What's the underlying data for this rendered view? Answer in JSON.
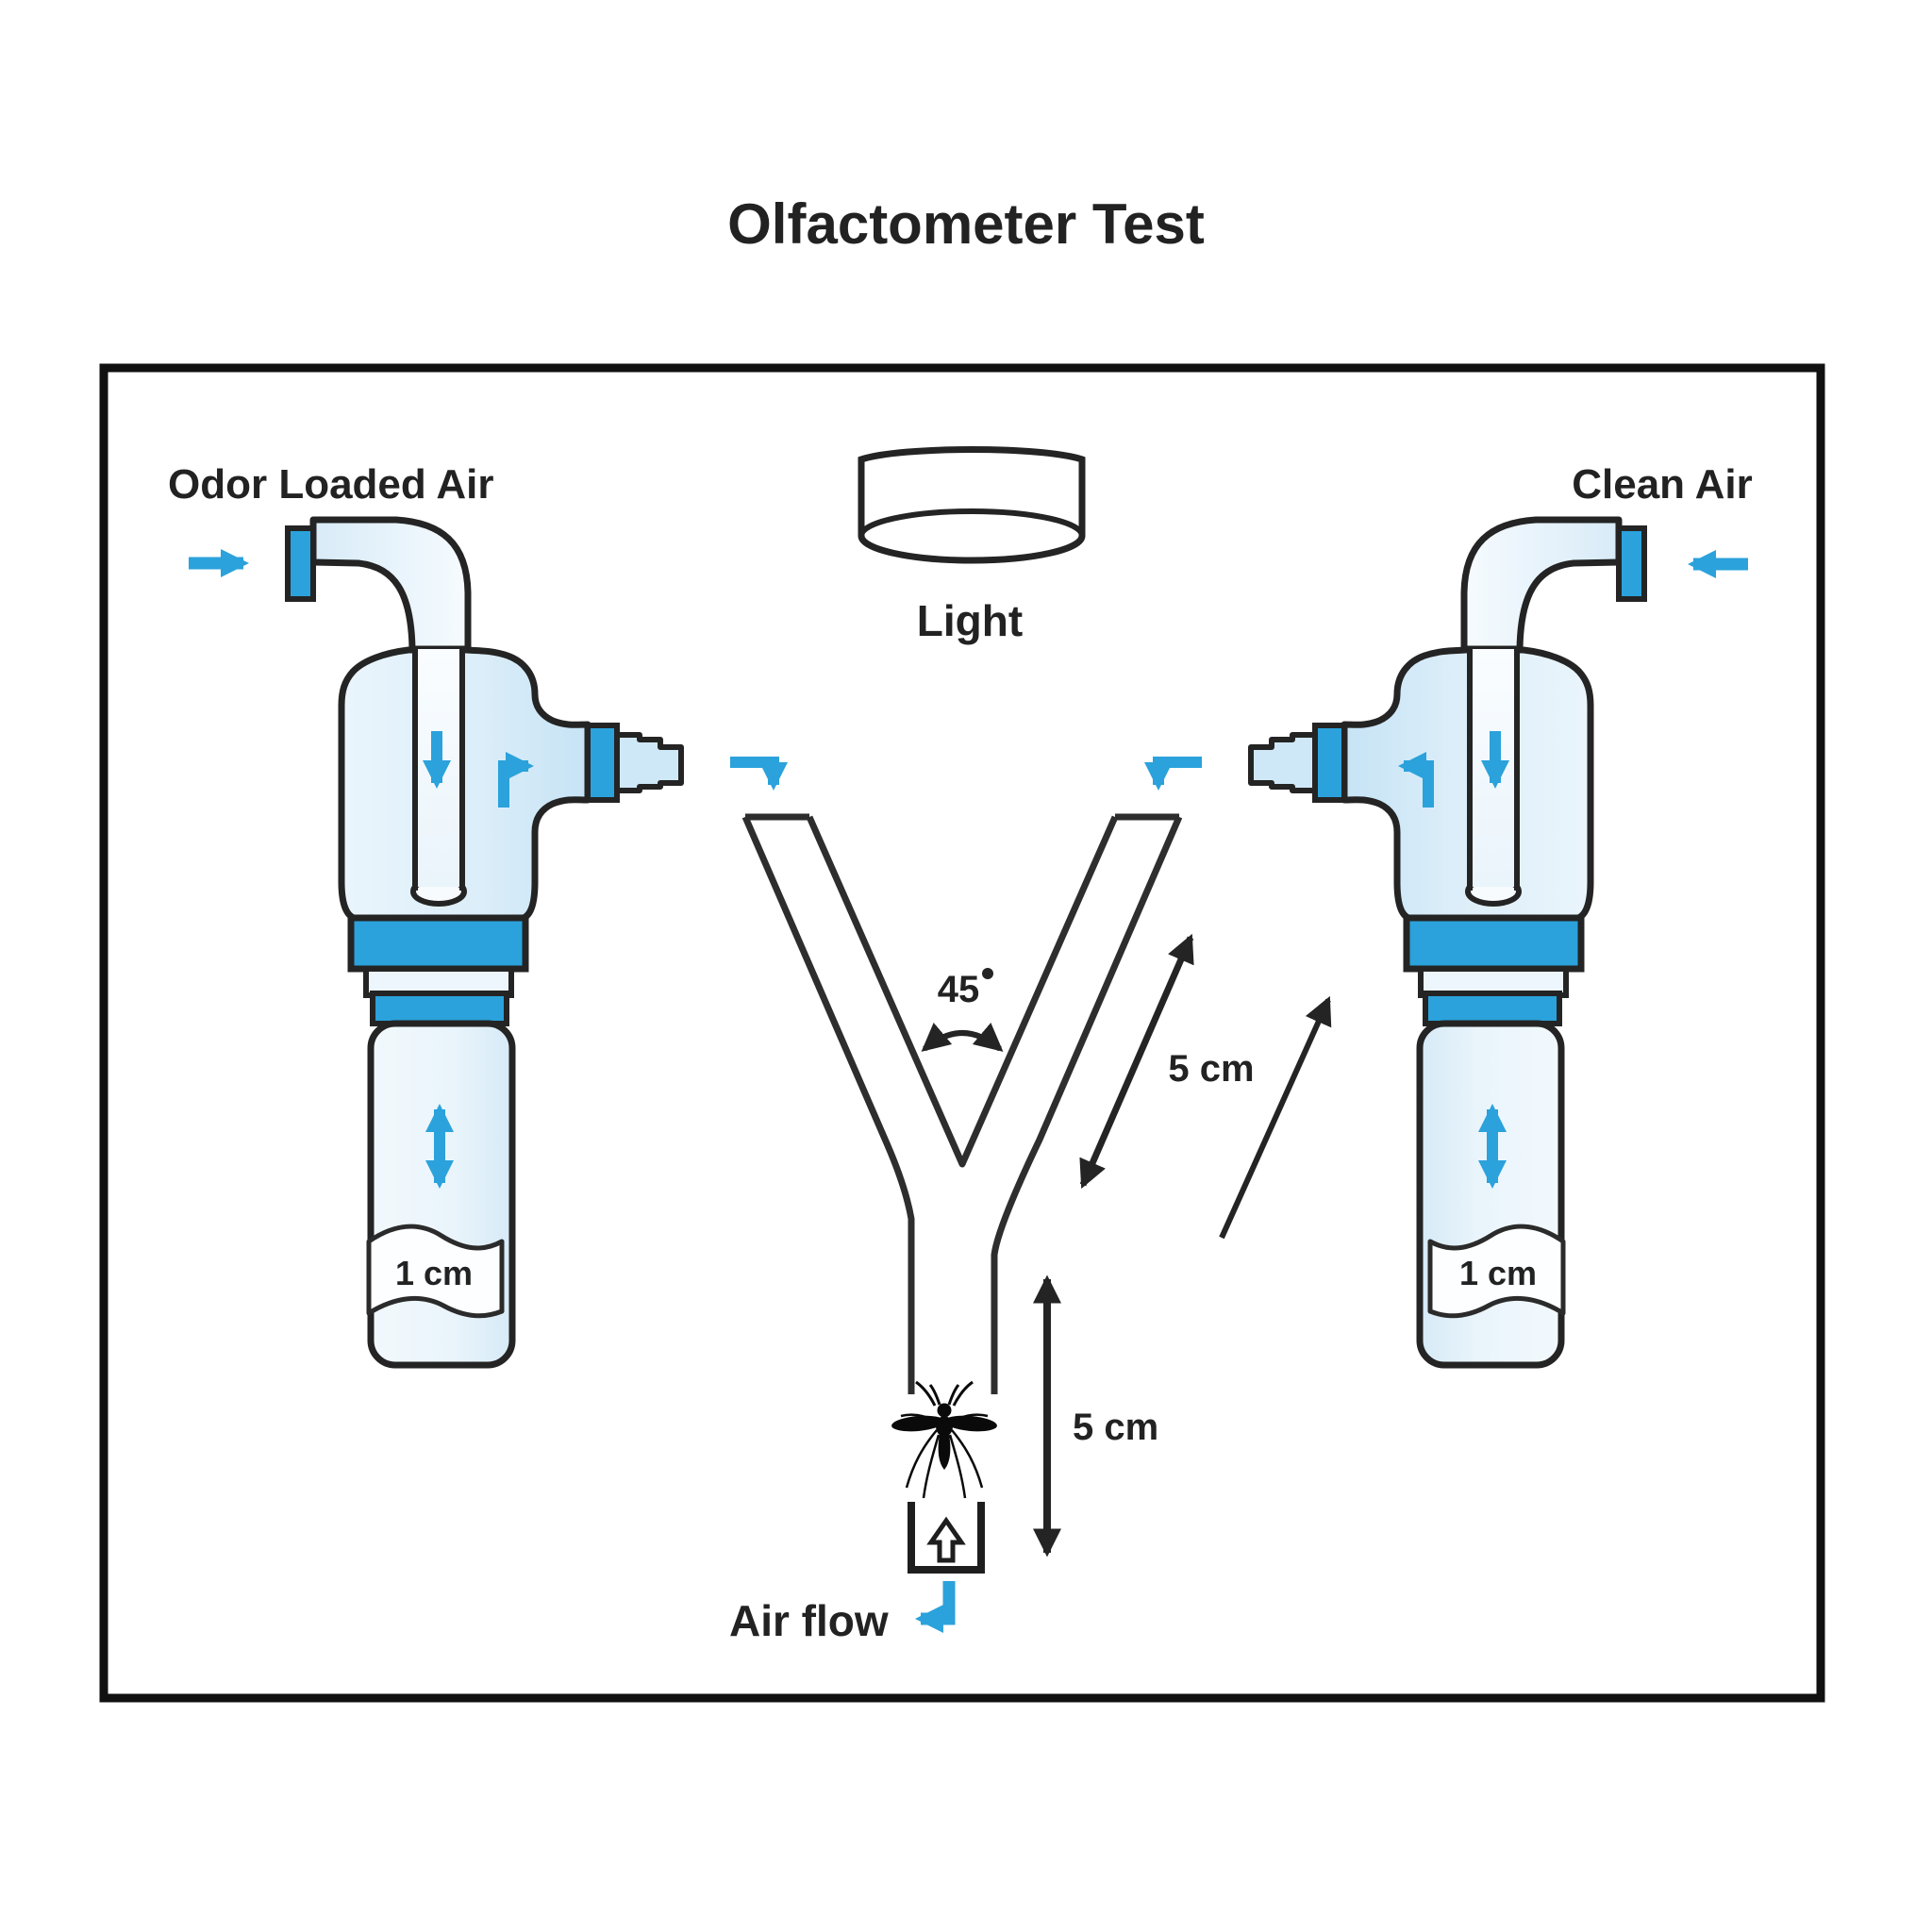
{
  "title": "Olfactometer Test",
  "colors": {
    "accent_blue": "#2BA2DB",
    "outline": "#242424",
    "tube_fill_light": "#E7F3FB",
    "tube_fill_dark": "#C9E4F5"
  },
  "light": {
    "label": "Light"
  },
  "sources": {
    "left": {
      "label": "Odor Loaded Air",
      "reservoir_depth": "1 cm"
    },
    "right": {
      "label": "Clean Air",
      "reservoir_depth": "1 cm"
    }
  },
  "y_tube": {
    "branch_angle_value": "45",
    "arm_length": "5 cm",
    "stem_length": "5 cm"
  },
  "airflow": {
    "label": "Air flow"
  },
  "subject": {
    "name": "mosquito"
  }
}
